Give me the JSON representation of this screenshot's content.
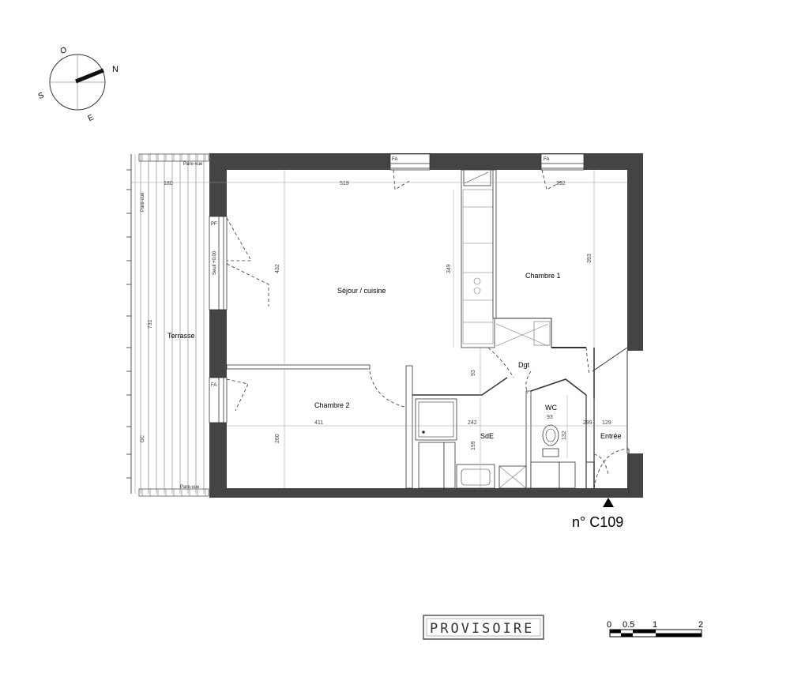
{
  "compass": {
    "north": "N",
    "south": "S",
    "east": "E",
    "west": "O"
  },
  "rooms": {
    "sejour": "Séjour / cuisine",
    "chambre1": "Chambre 1",
    "chambre2": "Chambre 2",
    "dgt": "Dgt",
    "sde": "SdE",
    "wc": "WC",
    "entree": "Entrée",
    "terrasse": "Terrasse"
  },
  "labels": {
    "apartment": "n° C109",
    "pare_vue": "Pare-vue",
    "gc": "GC",
    "fa": "FA",
    "pf": "PF",
    "seuil": "Seuil +0.00",
    "stamp": "PROVISOIRE"
  },
  "dimensions": {
    "d180": "180",
    "d519": "519",
    "d292": "292",
    "d432": "432",
    "d349": "349",
    "d393": "393",
    "d731": "731",
    "d93": "93",
    "d411": "411",
    "d242": "242",
    "d299": "299",
    "d129": "129",
    "d260": "260",
    "d199": "199",
    "d93b": "93",
    "d132": "132"
  },
  "scale": {
    "ticks": [
      "0",
      "0.5",
      "1",
      "2"
    ]
  }
}
